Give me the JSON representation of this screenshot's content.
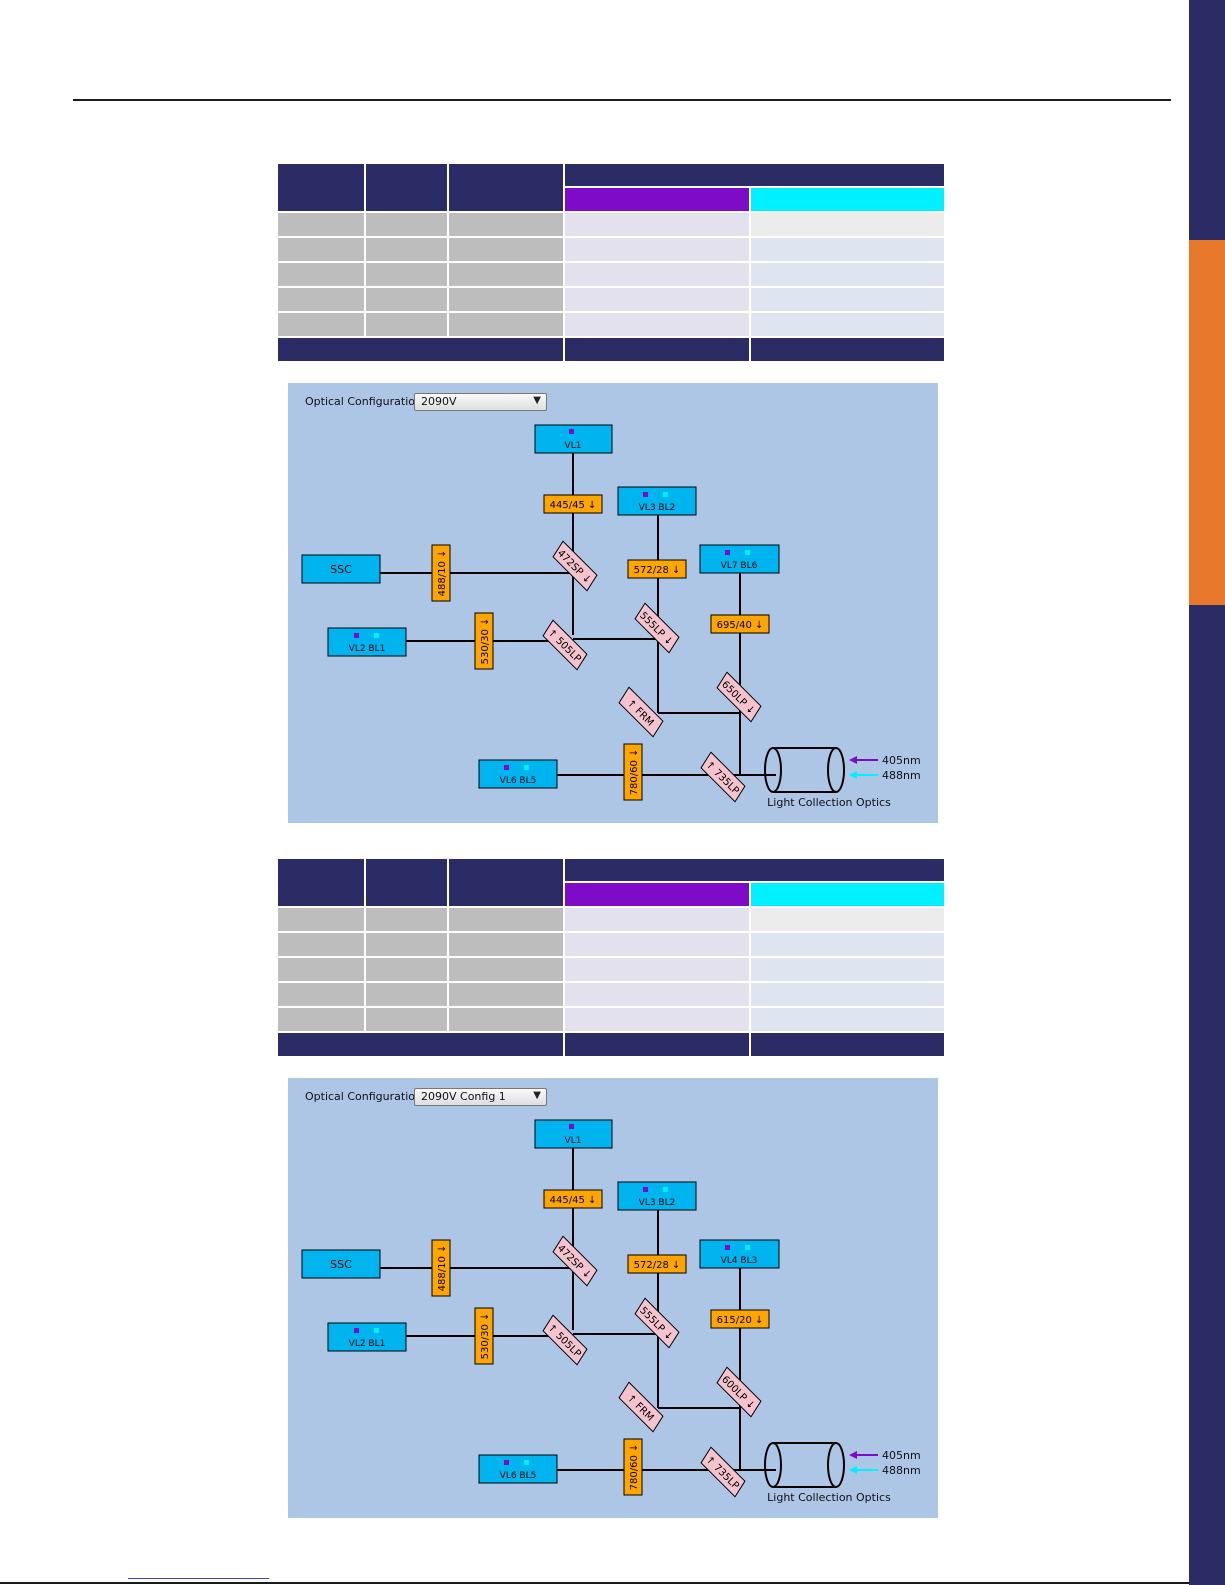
{
  "colors": {
    "navy": "#2b2b65",
    "orange": "#e8782b",
    "violet_laser": "#7d0bc8",
    "blue_laser": "#00f0ff",
    "diagram_bg": "#aec6e6",
    "detector_box": "#00b4f0",
    "filter_box": "#ffa500",
    "mirror_box": "#f5c3cd"
  },
  "icons": [
    "dropdown-chevron-icon",
    "laser-dot-icon",
    "arrow-icon"
  ],
  "diagrams": [
    {
      "config_label": "Optical Configuration:",
      "config_value": "2090V",
      "detectors": {
        "ssc": "SSC",
        "vl1": "VL1",
        "vl2": "VL2 BL1",
        "vl3": "VL3 BL2",
        "vl7": "VL7 BL6",
        "vl6": "VL6 BL5"
      },
      "filters": {
        "f445": "445/45 ↓",
        "f488": "488/10 ↓",
        "f530": "530/30 ↓",
        "f572": "572/28 ↓",
        "f695": "695/40 ↓",
        "f780": "780/60 ↓"
      },
      "mirrors": {
        "m472": "472SP ↓",
        "m505": "↑ 505LP",
        "m555": "555LP ↓",
        "m650": "650LP ↓",
        "mfrm": "↑ FRM",
        "m735": "↑ 735LP"
      },
      "lasers": {
        "l405": "405nm",
        "l488": "488nm"
      },
      "optics_label": "Light Collection Optics"
    },
    {
      "config_label": "Optical Configuration:",
      "config_value": "2090V Config 1",
      "detectors": {
        "ssc": "SSC",
        "vl1": "VL1",
        "vl2": "VL2 BL1",
        "vl3": "VL3 BL2",
        "vl7": "VL4 BL3",
        "vl6": "VL6 BL5"
      },
      "filters": {
        "f445": "445/45 ↓",
        "f488": "488/10 ↓",
        "f530": "530/30 ↓",
        "f572": "572/28 ↓",
        "f695": "615/20 ↓",
        "f780": "780/60 ↓"
      },
      "mirrors": {
        "m472": "472SP ↓",
        "m505": "↑ 505LP",
        "m555": "555LP ↓",
        "m650": "600LP ↓",
        "mfrm": "↑ FRM",
        "m735": "↑ 735LP"
      },
      "lasers": {
        "l405": "405nm",
        "l488": "488nm"
      },
      "optics_label": "Light Collection Optics"
    }
  ]
}
